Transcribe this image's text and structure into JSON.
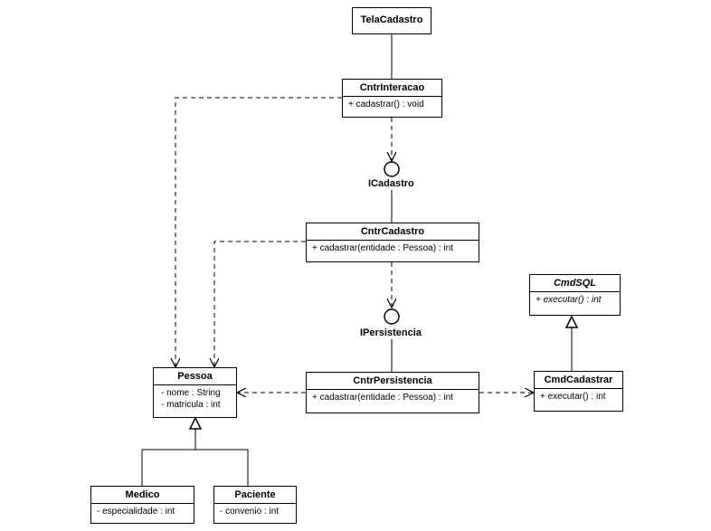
{
  "diagram": {
    "classes": {
      "tela_cadastro": {
        "name": "TelaCadastro",
        "attributes": [],
        "operations": []
      },
      "cntr_interacao": {
        "name": "CntrInteracao",
        "attributes": [],
        "operations": [
          "+ cadastrar() : void"
        ]
      },
      "cntr_cadastro": {
        "name": "CntrCadastro",
        "attributes": [],
        "operations": [
          "+ cadastrar(entidade : Pessoa) : int"
        ]
      },
      "cntr_persistencia": {
        "name": "CntrPersistencia",
        "attributes": [],
        "operations": [
          "+ cadastrar(entidade : Pessoa) : int"
        ]
      },
      "cmd_sql": {
        "name": "CmdSQL",
        "abstract": true,
        "attributes": [],
        "operations": [
          "+ executar() : int"
        ]
      },
      "cmd_cadastrar": {
        "name": "CmdCadastrar",
        "attributes": [],
        "operations": [
          "+ executar() : int"
        ]
      },
      "pessoa": {
        "name": "Pessoa",
        "attributes": [
          "- nome : String",
          "- matricula : int"
        ],
        "operations": []
      },
      "medico": {
        "name": "Medico",
        "attributes": [
          "- especialidade : int"
        ],
        "operations": []
      },
      "paciente": {
        "name": "Paciente",
        "attributes": [
          "- convenio : int"
        ],
        "operations": []
      }
    },
    "interfaces": {
      "icadastro": {
        "name": "ICadastro"
      },
      "ipersistencia": {
        "name": "IPersistencia"
      }
    },
    "relations": [
      {
        "type": "association",
        "from": "TelaCadastro",
        "to": "CntrInteracao"
      },
      {
        "type": "dependency",
        "from": "CntrInteracao",
        "to": "ICadastro"
      },
      {
        "type": "dependency",
        "from": "CntrInteracao",
        "to": "Pessoa"
      },
      {
        "type": "realization-lollipop",
        "from": "CntrCadastro",
        "to": "ICadastro"
      },
      {
        "type": "dependency",
        "from": "CntrCadastro",
        "to": "IPersistencia"
      },
      {
        "type": "dependency",
        "from": "CntrCadastro",
        "to": "Pessoa"
      },
      {
        "type": "realization-lollipop",
        "from": "CntrPersistencia",
        "to": "IPersistencia"
      },
      {
        "type": "dependency",
        "from": "CntrPersistencia",
        "to": "Pessoa"
      },
      {
        "type": "dependency",
        "from": "CntrPersistencia",
        "to": "CmdCadastrar"
      },
      {
        "type": "generalization",
        "from": "CmdCadastrar",
        "to": "CmdSQL"
      },
      {
        "type": "generalization",
        "from": "Medico",
        "to": "Pessoa"
      },
      {
        "type": "generalization",
        "from": "Paciente",
        "to": "Pessoa"
      }
    ]
  },
  "colors": {
    "line": "#000000",
    "background": "#ffffff"
  }
}
